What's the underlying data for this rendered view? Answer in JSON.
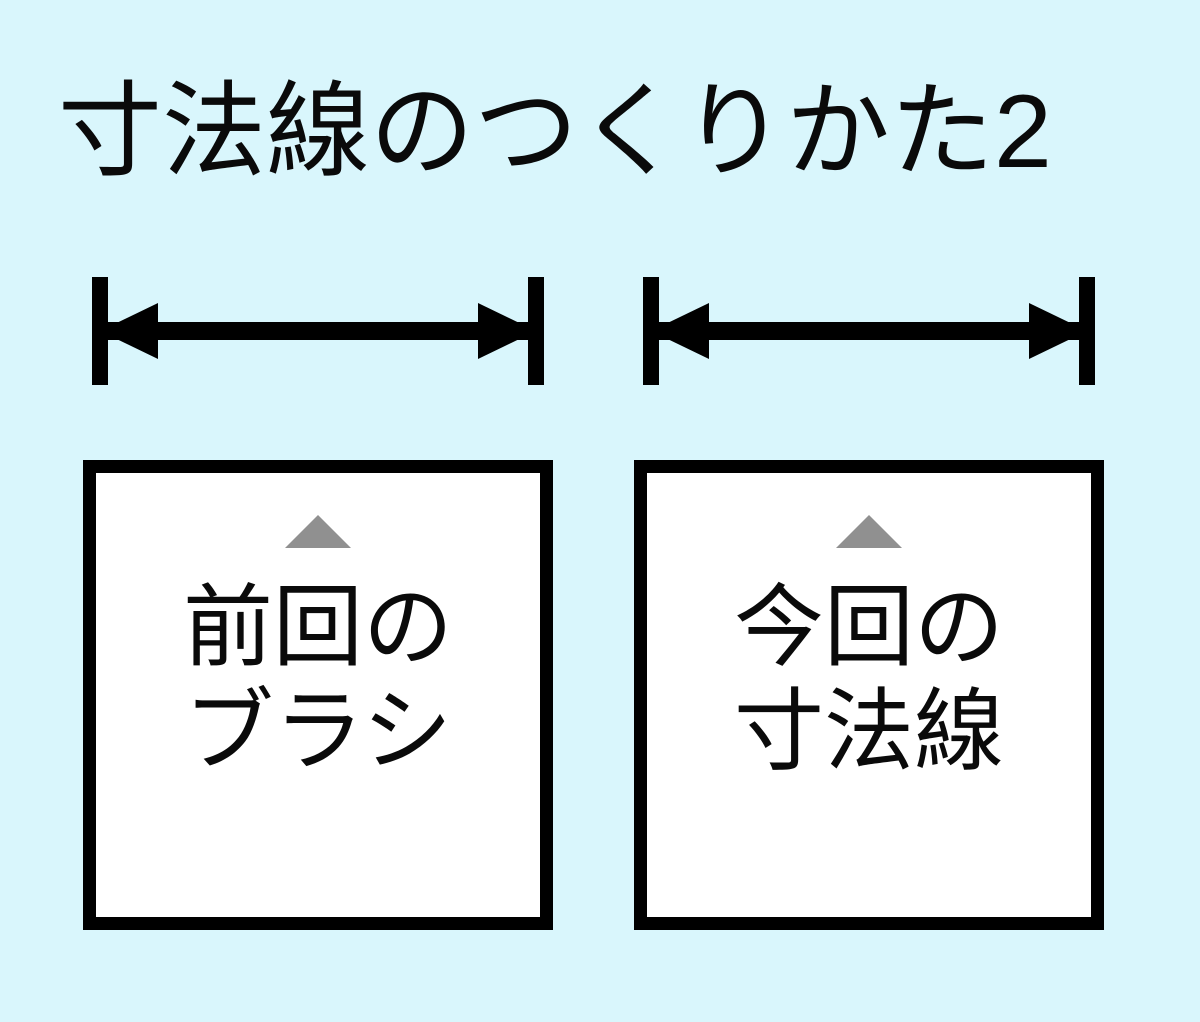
{
  "page": {
    "background_color": "#d9f6fc",
    "ink_color": "#000000",
    "accent_gray": "#909090",
    "panel_fill": "#ffffff"
  },
  "title": {
    "text": "寸法線のつくりかた2"
  },
  "dimension_lines": [
    {
      "name": "dimension-line-left",
      "style": "double-headed-arrow-with-end-ticks",
      "arrow_direction": "both-outward",
      "tick_color": "#000000"
    },
    {
      "name": "dimension-line-right",
      "style": "double-headed-arrow-with-end-ticks",
      "arrow_direction": "both-outward",
      "tick_color": "#000000"
    }
  ],
  "panels": [
    {
      "id": "previous-brush",
      "marker": "triangle-up",
      "marker_color": "#909090",
      "line1": "前回の",
      "line2": "ブラシ"
    },
    {
      "id": "current-dimension-line",
      "marker": "triangle-up",
      "marker_color": "#909090",
      "line1": "今回の",
      "line2": "寸法線"
    }
  ]
}
